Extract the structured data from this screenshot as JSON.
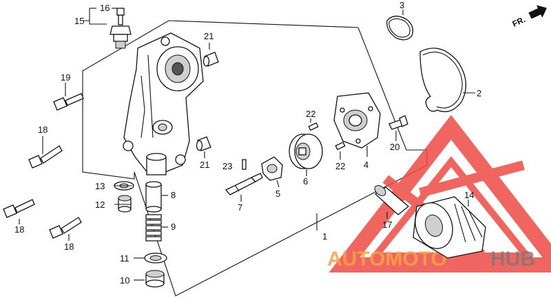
{
  "direction_marker": "FR.",
  "watermark": {
    "part1": "AUTOMOTO",
    "part2": "HUB",
    "color_main": "#ef4b45",
    "color_text_orange": "#f4a347",
    "color_text_gray": "#7a7a7a"
  },
  "callouts": [
    {
      "id": "c1",
      "label": "1"
    },
    {
      "id": "c2",
      "label": "2"
    },
    {
      "id": "c3",
      "label": "3"
    },
    {
      "id": "c4",
      "label": "4"
    },
    {
      "id": "c5",
      "label": "5"
    },
    {
      "id": "c6",
      "label": "6"
    },
    {
      "id": "c7",
      "label": "7"
    },
    {
      "id": "c8",
      "label": "8"
    },
    {
      "id": "c9",
      "label": "9"
    },
    {
      "id": "c10",
      "label": "10"
    },
    {
      "id": "c11",
      "label": "11"
    },
    {
      "id": "c12",
      "label": "12"
    },
    {
      "id": "c13",
      "label": "13"
    },
    {
      "id": "c14",
      "label": "14"
    },
    {
      "id": "c15",
      "label": "15"
    },
    {
      "id": "c16",
      "label": "16"
    },
    {
      "id": "c17",
      "label": "17"
    },
    {
      "id": "c18a",
      "label": "18"
    },
    {
      "id": "c18b",
      "label": "18"
    },
    {
      "id": "c18c",
      "label": "18"
    },
    {
      "id": "c19",
      "label": "19"
    },
    {
      "id": "c20",
      "label": "20"
    },
    {
      "id": "c21a",
      "label": "21"
    },
    {
      "id": "c21b",
      "label": "21"
    },
    {
      "id": "c22a",
      "label": "22"
    },
    {
      "id": "c22b",
      "label": "22"
    },
    {
      "id": "c23",
      "label": "23"
    }
  ]
}
